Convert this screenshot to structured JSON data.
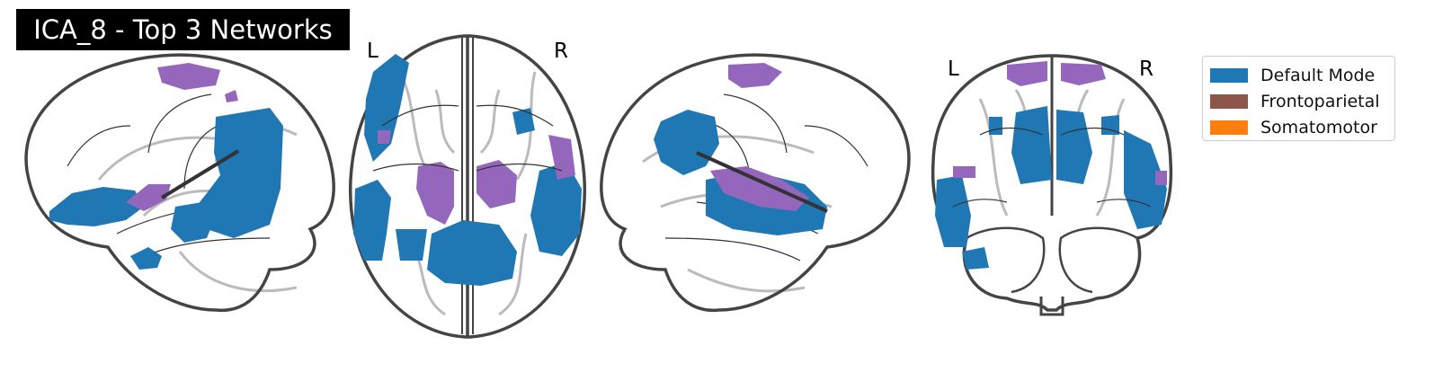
{
  "title": "ICA_8 - Top 3 Networks",
  "hemisphere_labels": {
    "axial": {
      "left": "L",
      "right": "R"
    },
    "coronal": {
      "left": "L",
      "right": "R"
    }
  },
  "legend": [
    {
      "name": "Default Mode",
      "color": "#1f77b4"
    },
    {
      "name": "Frontoparietal",
      "color": "#8c564b"
    },
    {
      "name": "Somatomotor",
      "color": "#ff7f0e"
    }
  ],
  "overlay_colors": {
    "default_mode": "#1f77b4",
    "secondary_blob": "#9467bd",
    "brain_outline": "#444444",
    "sulci": "#bbbbbb"
  },
  "views": [
    "sagittal-left",
    "axial",
    "sagittal-right",
    "coronal"
  ]
}
